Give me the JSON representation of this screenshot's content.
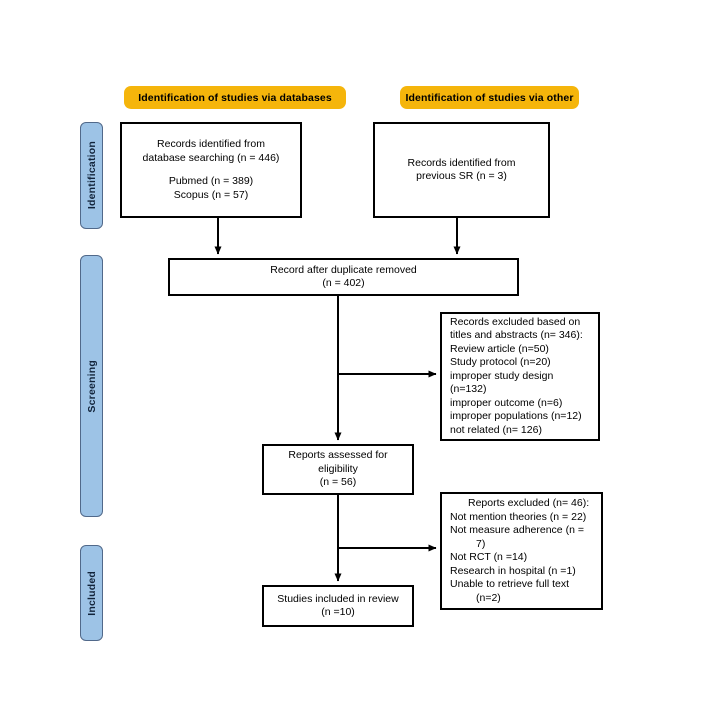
{
  "diagram": {
    "title": "PRISMA study selection flow diagram",
    "colors": {
      "header_orange": "#F5B50B",
      "phase_blue": "#9DC3E6",
      "phase_blue_border": "#51698A",
      "box_border": "#000000",
      "background": "#FFFFFF"
    }
  },
  "headers": {
    "databases": "Identification of studies via databases",
    "other": "Identification of studies via other"
  },
  "phases": {
    "identification": "Identification",
    "screening": "Screening",
    "included": "Included"
  },
  "boxes": {
    "db_records": {
      "lines": [
        "Records identified from",
        "database searching (n = 446)"
      ],
      "sublines": [
        "Pubmed (n = 389)",
        "Scopus (n = 57)"
      ]
    },
    "sr_records": {
      "lines": [
        "Records identified from",
        "previous SR (n = 3)"
      ]
    },
    "dedup": {
      "lines": [
        "Record after duplicate removed",
        "(n = 402)"
      ]
    },
    "excluded_screening": {
      "lines": [
        "Records excluded based on",
        "titles and abstracts (n= 346):",
        "Review article (n=50)",
        "Study protocol (n=20)",
        "improper study design",
        "(n=132)",
        "improper outcome (n=6)",
        "improper populations (n=12)",
        "not related (n= 126)"
      ]
    },
    "eligibility": {
      "lines": [
        "Reports assessed for",
        "eligibility",
        "(n = 56)"
      ]
    },
    "excluded_eligibility": {
      "first_line": "Reports excluded (n= 46):",
      "lines": [
        "Not mention theories (n = 22)",
        "Not measure adherence (n ="
      ],
      "wrap_1": "7)",
      "lines_2": [
        "Not RCT (n =14)",
        "Research in hospital (n =1)",
        "Unable to retrieve full text"
      ],
      "wrap_2": "(n=2)"
    },
    "included": {
      "lines": [
        "Studies included in review",
        "(n =10)"
      ]
    }
  }
}
